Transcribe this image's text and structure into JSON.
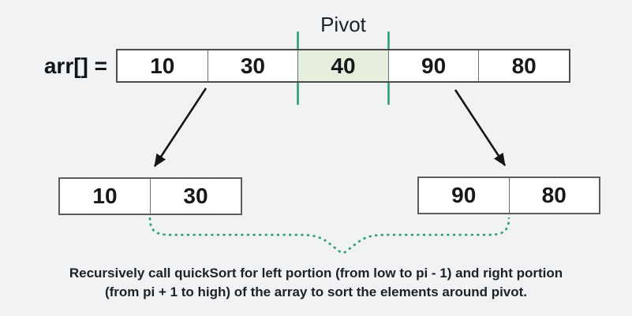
{
  "labels": {
    "pivot": "Pivot",
    "array_name": "arr[] ="
  },
  "main_array": {
    "values": [
      "10",
      "30",
      "40",
      "90",
      "80"
    ],
    "pivot_index": 2,
    "pivot_value": "40"
  },
  "left_subarray": {
    "values": [
      "10",
      "30"
    ]
  },
  "right_subarray": {
    "values": [
      "90",
      "80"
    ]
  },
  "caption": {
    "line1": "Recursively call quickSort for left portion (from low to pi - 1) and right portion",
    "line2": "(from pi + 1 to high) of the array to sort the elements around pivot."
  },
  "colors": {
    "background": "#f0f2f3",
    "cell_fill": "#ffffff",
    "pivot_cell_fill": "#e6efdd",
    "accent_green": "#2d9c77",
    "cell_border": "#4a4c4e",
    "arrow_black": "#131517",
    "text_dark": "#1e2126"
  }
}
